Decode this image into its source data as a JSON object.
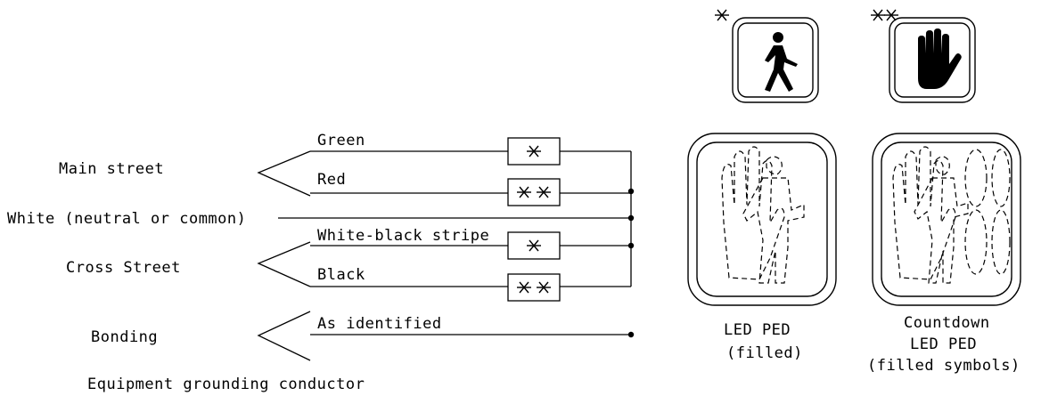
{
  "wiring": {
    "groups": {
      "main_street": "Main street",
      "neutral": "White (neutral or common)",
      "cross_street": "Cross Street",
      "bonding": "Bonding",
      "grounding": "Equipment grounding conductor"
    },
    "wires": {
      "green": "Green",
      "red": "Red",
      "white_black": "White-black stripe",
      "black": "Black",
      "as_identified": "As identified"
    }
  },
  "indications": {
    "walk_marker": "*",
    "dontwalk_marker": "**",
    "walk_icon": "walking-person-icon",
    "dontwalk_icon": "raised-hand-icon"
  },
  "signal_heads": {
    "led_ped": {
      "line1": "LED PED",
      "line2": "(filled)"
    },
    "countdown": {
      "line1": "Countdown",
      "line2": "LED PED",
      "line3": "(filled symbols)"
    }
  },
  "colors": {
    "ink": "#000000",
    "background": "#ffffff"
  }
}
